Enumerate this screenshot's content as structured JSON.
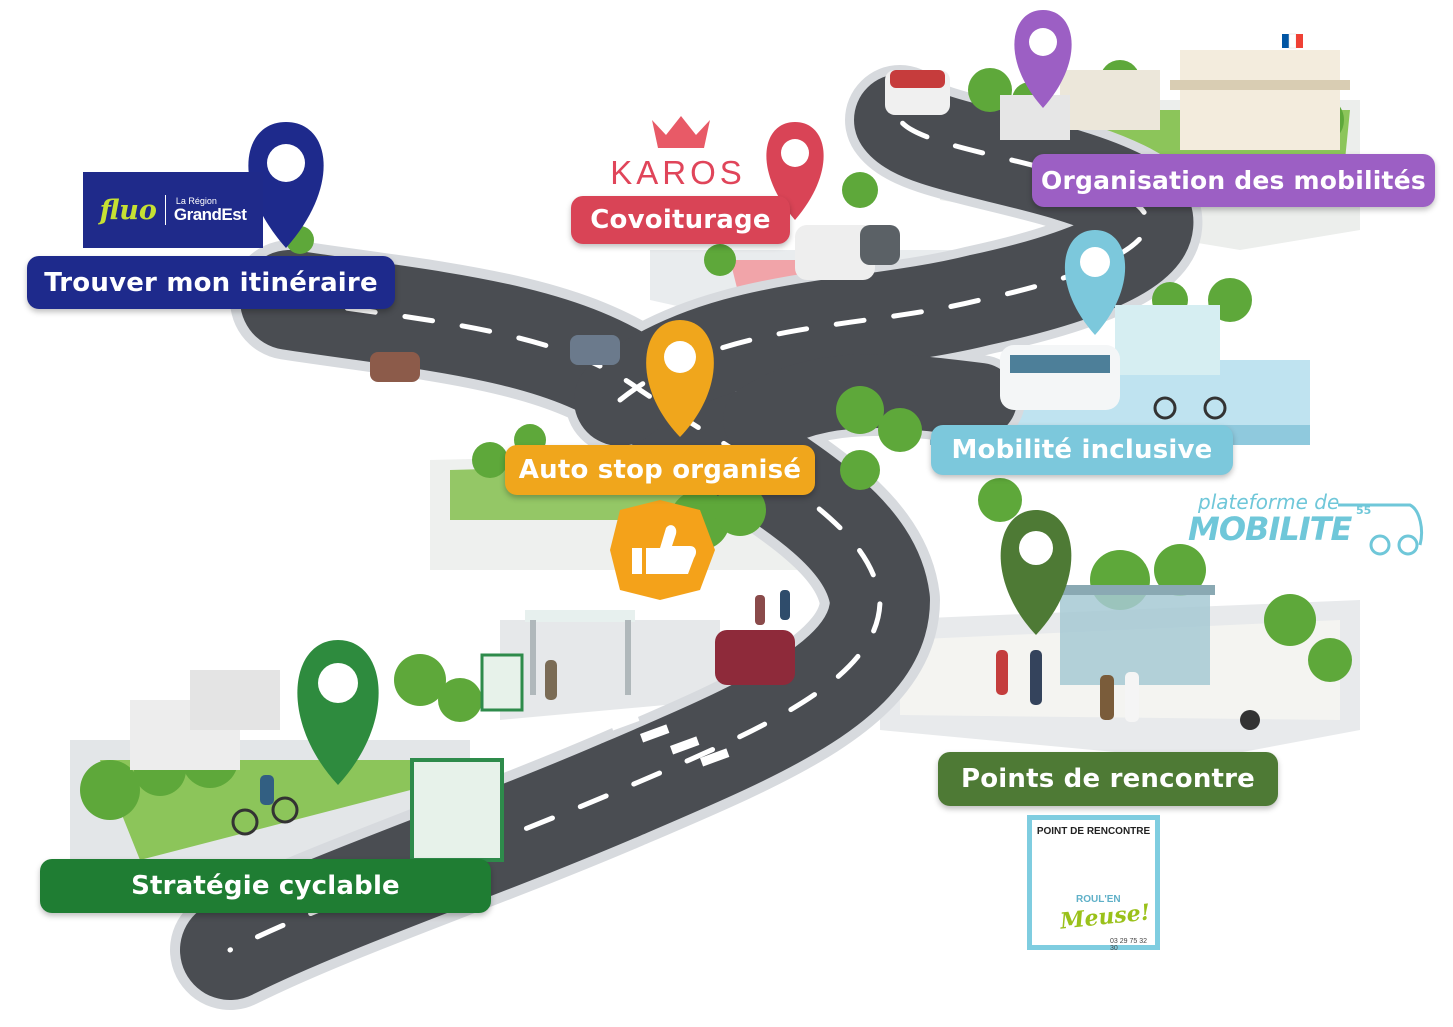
{
  "labels": {
    "itineraire": "Trouver mon itinéraire",
    "covoiturage": "Covoiturage",
    "organisation": "Organisation des mobilités",
    "auto_stop": "Auto stop organisé",
    "inclusive": "Mobilité inclusive",
    "rencontre": "Points de rencontre",
    "cyclable": "Stratégie cyclable"
  },
  "logos": {
    "fluo_brand": "fluo",
    "fluo_region_small": "La Région",
    "fluo_region_big": "GrandEst",
    "karos": "KAROS",
    "plateforme_top": "plateforme de",
    "plateforme_main": "MOBILITE",
    "plateforme_num": "55"
  },
  "sign": {
    "title": "POINT DE RENCONTRE",
    "roul": "ROUL'EN",
    "meuse": "Meuse!",
    "phone": "03 29 75 32 30"
  },
  "colors": {
    "itineraire": "#1e2a8c",
    "covoiturage": "#d94456",
    "organisation": "#9c5fc4",
    "auto_stop": "#f0a61c",
    "inclusive": "#7cc8dc",
    "rencontre": "#4e7a35",
    "cyclable": "#1f7d33",
    "road": "#4a4d52",
    "road_edge": "#d7dade",
    "grass": "#8bc34a",
    "tree": "#5ea83a"
  },
  "icons": {
    "pins": [
      "map-pin-icon"
    ],
    "thumb": "thumbs-up-icon",
    "flag": "french-flag-icon"
  }
}
